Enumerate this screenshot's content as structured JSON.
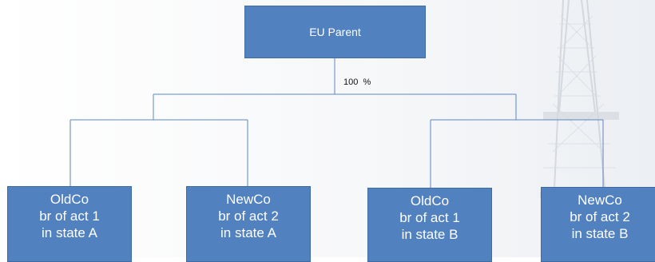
{
  "diagram": {
    "parent": {
      "label": "EU Parent"
    },
    "ownership_label": "100  %",
    "children": [
      {
        "lines": [
          "OldCo",
          "br of act 1",
          "in state A"
        ]
      },
      {
        "lines": [
          "NewCo",
          "br of act 2",
          "in state A"
        ]
      },
      {
        "lines": [
          "OldCo",
          "br of act 1",
          "in state B"
        ]
      },
      {
        "lines": [
          "NewCo",
          "br of act 2",
          "in state B"
        ]
      }
    ]
  },
  "colors": {
    "box_fill": "#5281c0",
    "box_border": "#3f6aa3",
    "connector": "#5b87c3",
    "background_tower": "#d9dde2"
  }
}
